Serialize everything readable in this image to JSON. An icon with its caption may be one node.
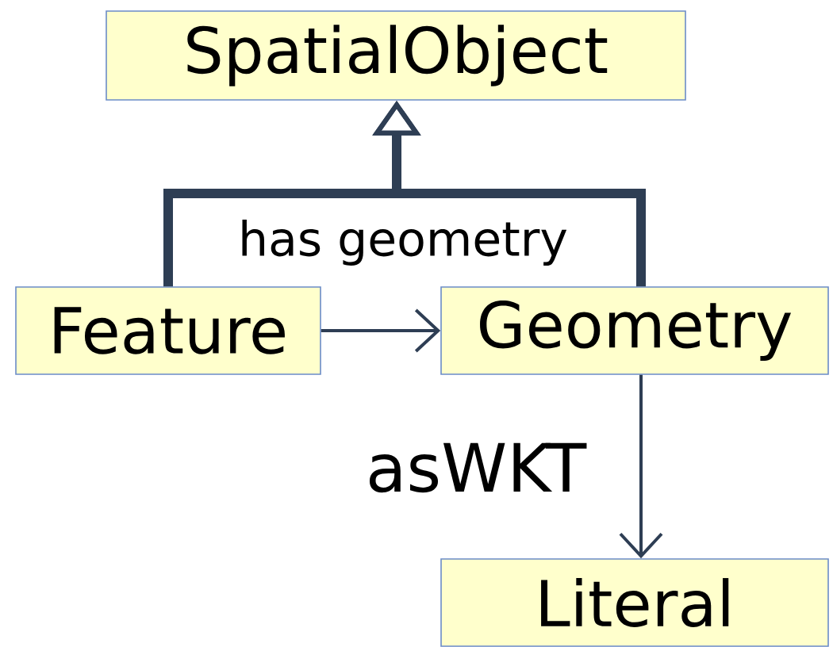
{
  "diagram": {
    "nodes": [
      {
        "text": [
          "SpatialObject"
        ]
      },
      {
        "text": [
          "Feature"
        ]
      },
      {
        "text": [
          "Geometry"
        ]
      },
      {
        "text": [
          "Literal"
        ]
      }
    ],
    "edges": [
      {
        "from": 1,
        "to": 0,
        "arrow": "to",
        "style": "thick"
      },
      {
        "from": 2,
        "to": 0,
        "arrow": "to",
        "style": "thick"
      },
      {
        "from": 1,
        "to": 2,
        "arrow": "to",
        "label": "has geometry"
      },
      {
        "from": 2,
        "to": 3,
        "arrow": "to",
        "label": "asWKT"
      }
    ]
  }
}
